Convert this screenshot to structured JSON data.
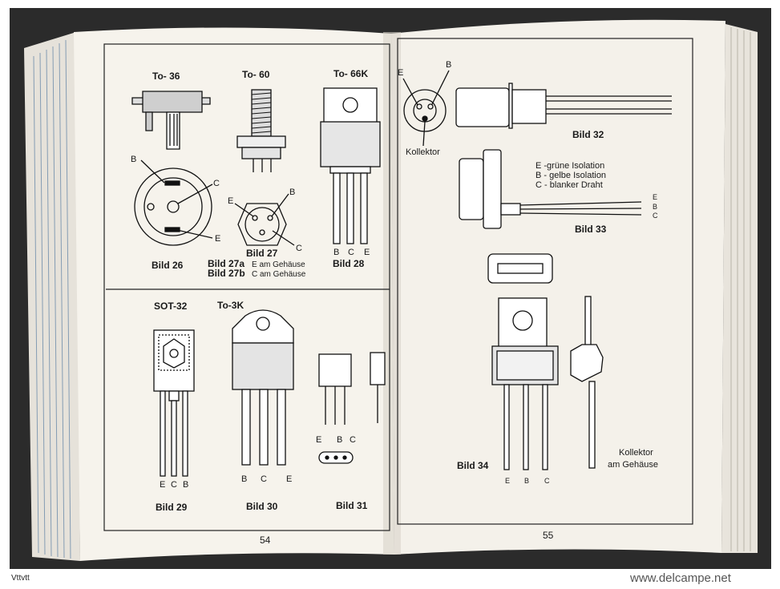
{
  "corner_mark": "Vttvtt",
  "site": "www.delcampe.net",
  "left_page": {
    "page_number": "54",
    "packages": [
      "To- 36",
      "To- 60",
      "To- 66K",
      "SOT-32",
      "To-3K"
    ],
    "captions": {
      "bild26": "Bild 26",
      "bild27": "Bild  27",
      "bild27a": "Bild 27a",
      "bild27a_note": "E am Gehäuse",
      "bild27b": "Bild 27b",
      "bild27b_note": "C am Gehäuse",
      "bild28": "Bild 28",
      "bild29": "Bild 29",
      "bild30": "Bild 30",
      "bild31": "Bild 31"
    },
    "pins": {
      "b26_B": "B",
      "b26_C": "C",
      "b26_E": "E",
      "b27_E": "E",
      "b27_B": "B",
      "b27_C": "C",
      "b28_B": "B",
      "b28_C": "C",
      "b28_E": "E",
      "b29_E": "E",
      "b29_C": "C",
      "b29_B": "B",
      "b30_B": "B",
      "b30_C": "C",
      "b30_E": "E",
      "b31_E": "E",
      "b31_B": "B",
      "b31_C": "C"
    }
  },
  "right_page": {
    "page_number": "55",
    "captions": {
      "kollektor": "Kollektor",
      "bild32": "Bild 32",
      "bild33": "Bild 33",
      "bild34": "Bild 34",
      "kollektor_am": "Kollektor",
      "am_gehaeuse": "am  Gehäuse"
    },
    "legend": [
      "E -grüne  Isolation",
      "B - gelbe  Isolation",
      "C - blanker  Draht"
    ],
    "pins": {
      "b32_E": "E",
      "b32_B": "B",
      "b33_E": "E",
      "b33_B": "B",
      "b33_C": "C",
      "b34_E": "E",
      "b34_B": "B",
      "b34_C": "C"
    }
  }
}
